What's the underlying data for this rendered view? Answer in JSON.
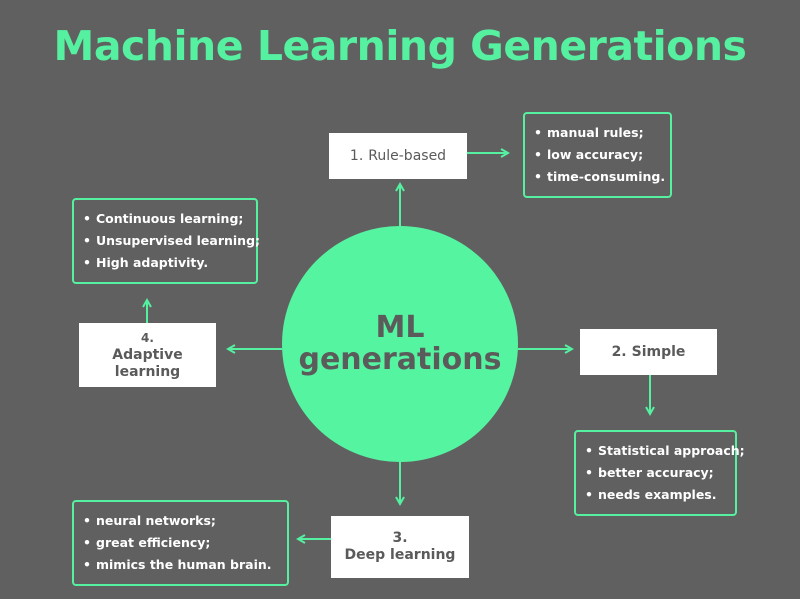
{
  "title": "Machine Learning Generations",
  "center": {
    "line1": "ML",
    "line2": "generations"
  },
  "generations": [
    {
      "number": "1.",
      "label": "Rule-based",
      "points": [
        "manual rules;",
        "low accuracy;",
        "time-consuming."
      ]
    },
    {
      "number": "2.",
      "label": "Simple",
      "points": [
        "Statistical approach;",
        "better accuracy;",
        "needs examples."
      ]
    },
    {
      "number": "3.",
      "label": "Deep learning",
      "points": [
        "neural networks;",
        "great efficiency;",
        "mimics the human brain."
      ]
    },
    {
      "number": "4.",
      "label": "Adaptive learning",
      "points": [
        "Continuous learning;",
        "Unsupervised learning;",
        "High adaptivity."
      ]
    }
  ],
  "colors": {
    "background": "#606060",
    "accent": "#55f0a0",
    "box": "#ffffff",
    "text": "#5a5a5a"
  }
}
